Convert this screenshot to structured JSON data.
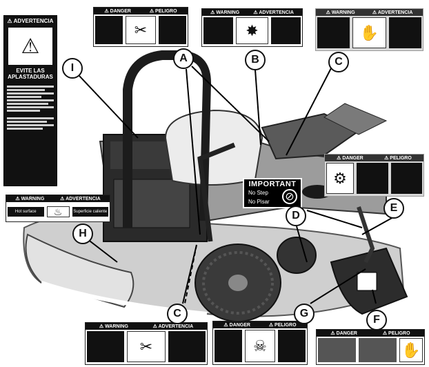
{
  "decals": {
    "top_left": {
      "danger": "⚠ DANGER",
      "peligro": "⚠ PELIGRO"
    },
    "top_mid": {
      "warning": "⚠ WARNING",
      "advertencia": "⚠ ADVERTENCIA"
    },
    "top_right": {
      "warning": "⚠ WARNING",
      "advertencia": "⚠ ADVERTENCIA"
    },
    "right_mid": {
      "danger": "⚠ DANGER",
      "peligro": "⚠ PELIGRO"
    },
    "left_mid": {
      "warning": "⚠ WARNING",
      "advertencia": "⚠ ADVERTENCIA",
      "text_left": "Hot surface",
      "text_right": "Superficie caliente"
    },
    "bottom_1": {
      "warning": "⚠ WARNING",
      "advertencia": "⚠ ADVERTENCIA"
    },
    "bottom_2": {
      "danger": "⚠ DANGER",
      "peligro": "⚠ PELIGRO"
    },
    "bottom_3": {
      "danger": "⚠ DANGER",
      "peligro": "⚠ PELIGRO"
    },
    "tall": {
      "header": "⚠ ADVERTENCIA",
      "title": "EVITE LAS APLASTADURAS"
    }
  },
  "important_decal": {
    "title": "IMPORTANT",
    "line1": "No Step",
    "line2": "No Pisar"
  },
  "callouts": [
    {
      "id": "callout-a",
      "label": "A"
    },
    {
      "id": "callout-b",
      "label": "B"
    },
    {
      "id": "callout-c-top",
      "label": "C"
    },
    {
      "id": "callout-c-bottom",
      "label": "C"
    },
    {
      "id": "callout-d",
      "label": "D"
    },
    {
      "id": "callout-e",
      "label": "E"
    },
    {
      "id": "callout-f",
      "label": "F"
    },
    {
      "id": "callout-g",
      "label": "G"
    },
    {
      "id": "callout-h",
      "label": "H"
    },
    {
      "id": "callout-i",
      "label": "I"
    }
  ],
  "colors": {
    "mower_body": "#a9a9a9",
    "deck": "#c9c9c9",
    "seat": "#e9e9e9",
    "engine": "#2a2a2a",
    "tire": "#3a3a3a",
    "outline": "#111111"
  }
}
